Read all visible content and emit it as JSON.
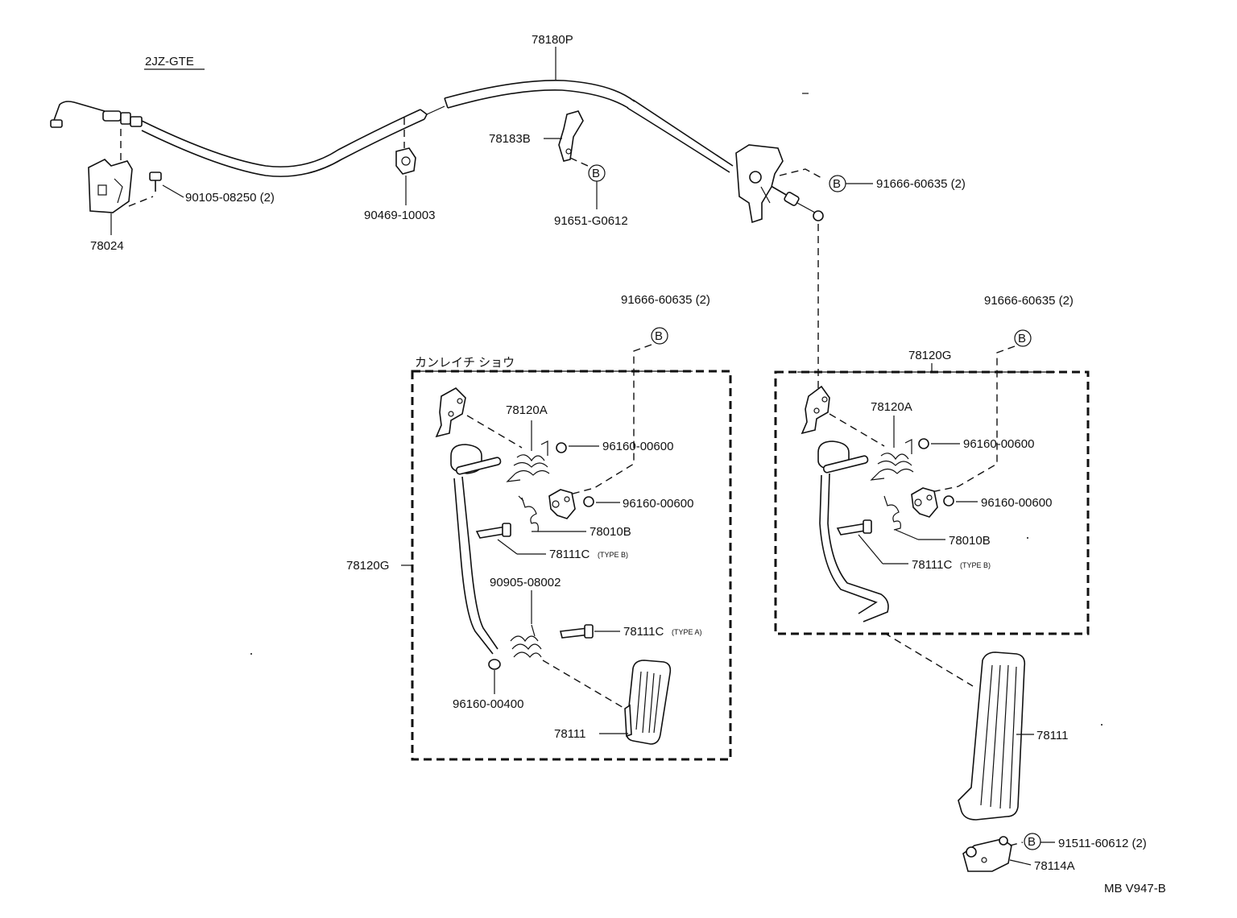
{
  "diagram": {
    "engine_label": "2JZ-GTE",
    "sheet_id": "MB V947-B",
    "box_left_title": "カンレイチ ショウ",
    "box_right_title": "78120G",
    "bolt_symbol": "B",
    "parts": {
      "cable": "78180P",
      "cable_bracket": "78024",
      "bracket_bolt": "90105-08250 (2)",
      "cable_clamp": "90469-10003",
      "clamp_bracket": "78183B",
      "clamp_bolt": "91651-G0612",
      "top_bolt": "91666-60635 (2)",
      "left_box_bolt": "91666-60635 (2)",
      "right_box_bolt": "91666-60635 (2)",
      "left_spring_a": "78120A",
      "left_washer_1": "96160-00600",
      "left_washer_2": "96160-00600",
      "left_spring_b": "78010B",
      "left_shaft_b": "78111C",
      "left_shaft_b_type": "(TYPE B)",
      "left_assy": "78120G",
      "left_pad_spring": "90905-08002",
      "left_shaft_a": "78111C",
      "left_shaft_a_type": "(TYPE A)",
      "left_washer_3": "96160-00400",
      "left_pad": "78111",
      "right_spring_a": "78120A",
      "right_washer_1": "96160-00600",
      "right_washer_2": "96160-00600",
      "right_spring_b": "78010B",
      "right_shaft_b": "78111C",
      "right_shaft_b_type": "(TYPE B)",
      "right_pad": "78111",
      "hinge_bolt": "91511-60612 (2)",
      "hinge": "78114A"
    }
  }
}
